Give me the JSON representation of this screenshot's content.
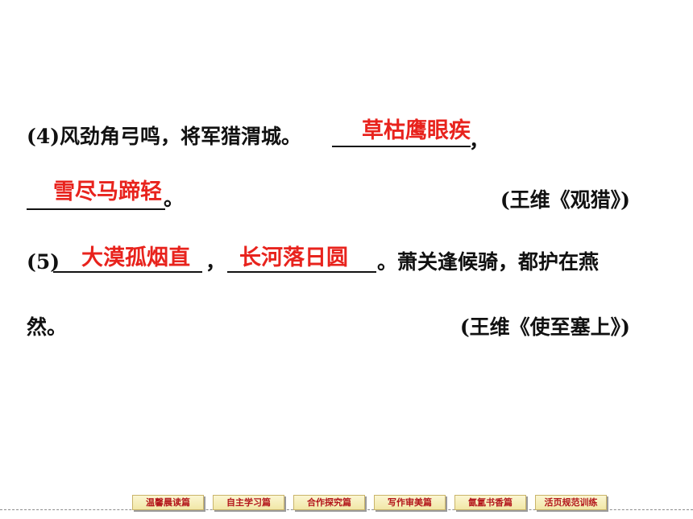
{
  "q4": {
    "line1": "(4)风劲角弓鸣，将军猎渭城。",
    "answer1": "草枯鹰眼疾",
    "comma1": "，",
    "answer2": "雪尽马蹄轻",
    "period": "。",
    "source": "(王维《观猎》)"
  },
  "q5": {
    "prefix": "(5)",
    "answer1": "大漠孤烟直",
    "comma": "，",
    "answer2": "长河落日圆",
    "rest": "。萧关逢候骑，都护在燕",
    "line2": "然。",
    "source": "(王维《使至塞上》)"
  },
  "nav": {
    "items": [
      "温馨晨读篇",
      "自主学习篇",
      "合作探究篇",
      "写作审美篇",
      "氤氲书香篇",
      "活页规范训练"
    ]
  }
}
